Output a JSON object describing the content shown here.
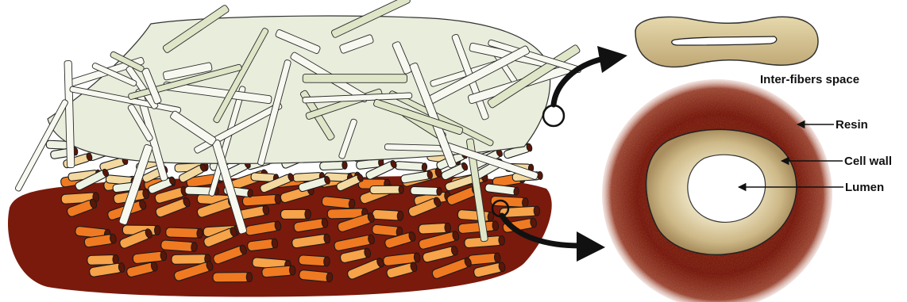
{
  "labels": {
    "inter_fibers_space": "Inter-fibers space",
    "resin": "Resin",
    "cell_wall": "Cell wall",
    "lumen": "Lumen"
  },
  "colors": {
    "resin": "#7a1a0c",
    "resin_light": "#9b3a22",
    "fiber_orange": "#f07a22",
    "fiber_orange_light": "#f6a34a",
    "fiber_light": "#eef2e2",
    "fiber_cream": "#f3d9a0",
    "cell_wall": "#c9b483",
    "cell_wall_light": "#e3d6ad",
    "lumen": "#ffffff",
    "outline": "#1a1a1a"
  }
}
